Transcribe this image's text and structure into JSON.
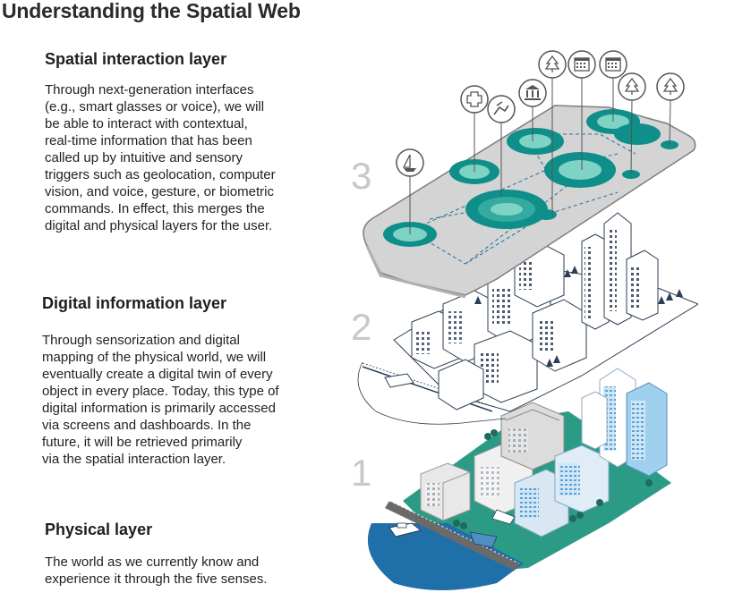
{
  "title": "Understanding the Spatial Web",
  "layers": [
    {
      "number": "3",
      "heading": "Spatial interaction layer",
      "body": "Through next-generation interfaces\n(e.g., smart glasses or voice), we will\nbe able to interact with contextual,\nreal-time information that has been\ncalled up by intuitive and sensory\ntriggers such as geolocation, computer\nvision, and voice, gesture, or biometric\ncommands. In effect, this merges the\ndigital and physical layers for the user."
    },
    {
      "number": "2",
      "heading": "Digital information layer",
      "body": "Through sensorization and digital\nmapping of the physical world, we will\neventually create a digital twin of every\nobject in every place. Today, this type of\ndigital information is primarily accessed\nvia screens and dashboards. In the\nfuture, it will be retrieved primarily\nvia the spatial interaction layer."
    },
    {
      "number": "1",
      "heading": "Physical layer",
      "body": "The world as we currently know and\nexperience it through the five senses."
    }
  ],
  "pin_icons": [
    "sailboat-icon",
    "medical-cross-icon",
    "handshake-icon",
    "bank-icon",
    "tree-icon",
    "calendar-icon",
    "calendar-icon",
    "tree-icon",
    "tree-icon"
  ],
  "colors": {
    "teal": "#0e8f8a",
    "teal_light": "#7fd3c4",
    "slab_gray": "#d4d4d4",
    "slab_edge": "#7d7d7d",
    "line_dark": "#2c3e55",
    "water": "#1f6fa8",
    "ground": "#2c9b86",
    "numeral": "#c8c8c8"
  }
}
